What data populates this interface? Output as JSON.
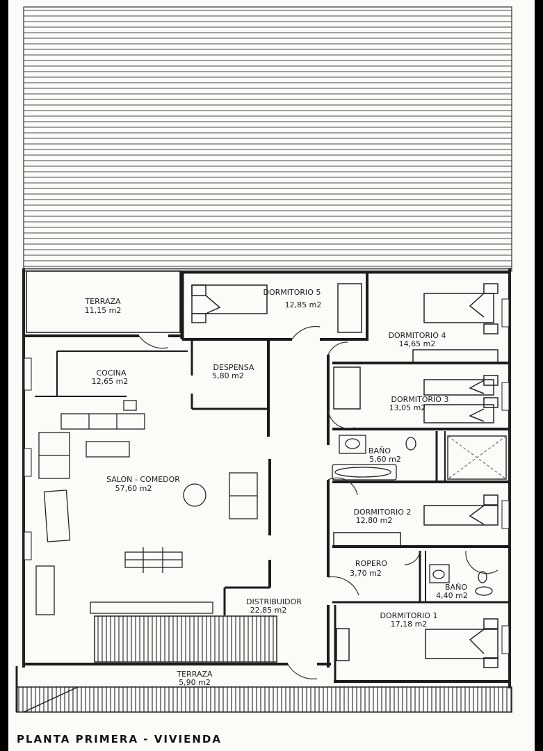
{
  "plan_title": "PLANTA PRIMERA - VIVIENDA",
  "rooms": {
    "terraza_top": {
      "name": "TERRAZA",
      "area": "11,15 m2"
    },
    "dormitorio5": {
      "name": "DORMITORIO 5",
      "area": "12,85 m2"
    },
    "dormitorio4": {
      "name": "DORMITORIO 4",
      "area": "14,65 m2"
    },
    "cocina": {
      "name": "COCINA",
      "area": "12,65 m2"
    },
    "despensa": {
      "name": "DESPENSA",
      "area": "5,80 m2"
    },
    "dormitorio3": {
      "name": "DORMITORIO 3",
      "area": "13,05 m2"
    },
    "bano1": {
      "name": "BAÑO",
      "area": "5,60 m2"
    },
    "salon": {
      "name": "SALON - COMEDOR",
      "area": "57,60 m2"
    },
    "dormitorio2": {
      "name": "DORMITORIO 2",
      "area": "12,80 m2"
    },
    "ropero": {
      "name": "ROPERO",
      "area": "3,70 m2"
    },
    "bano2": {
      "name": "BAÑO",
      "area": "4,40 m2"
    },
    "distribuidor": {
      "name": "DISTRIBUIDOR",
      "area": "22,85 m2"
    },
    "dormitorio1": {
      "name": "DORMITORIO 1",
      "area": "17,18 m2"
    },
    "terraza_bottom": {
      "name": "TERRAZA",
      "area": "5,90 m2"
    }
  }
}
